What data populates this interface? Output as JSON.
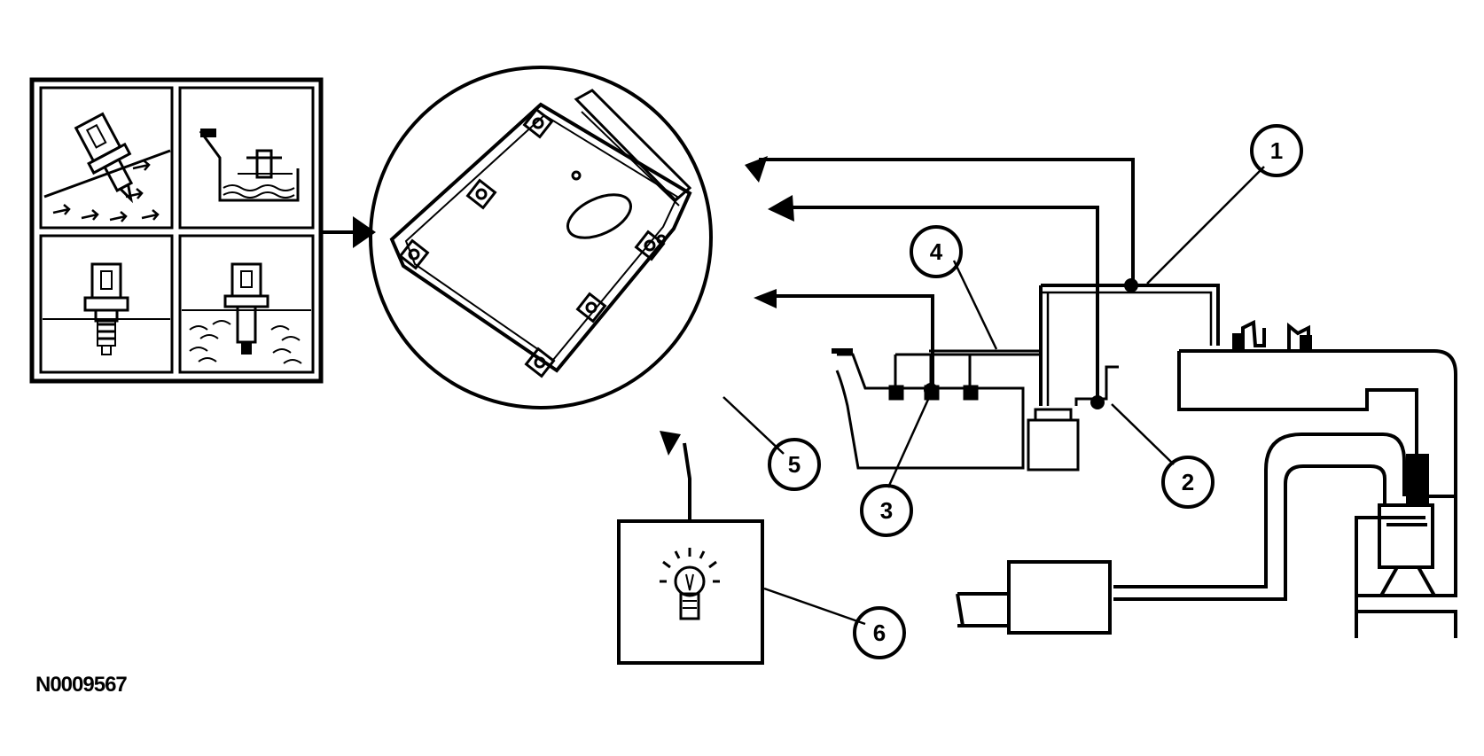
{
  "figure_id": "N0009567",
  "callouts": [
    {
      "label": "1"
    },
    {
      "label": "2"
    },
    {
      "label": "3"
    },
    {
      "label": "4"
    },
    {
      "label": "5"
    },
    {
      "label": "6"
    }
  ],
  "colors": {
    "ink": "#000000",
    "background": "#ffffff"
  },
  "icons": {
    "sensor_panel": [
      "airflow-sensor-icon",
      "fuel-tank-sender-icon",
      "temperature-sensor-icon",
      "coolant-sensor-icon"
    ],
    "module": "control-module-icon",
    "indicator": "warning-lamp-icon"
  }
}
